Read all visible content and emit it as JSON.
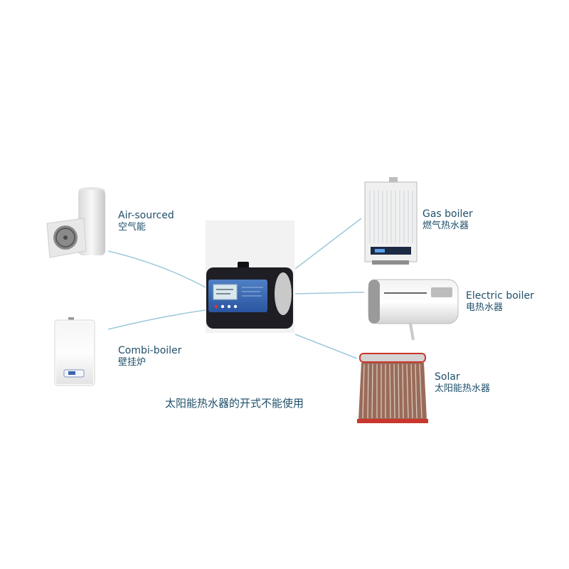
{
  "labels": {
    "air_source": {
      "en": "Air-sourced",
      "zh": "空气能"
    },
    "combi": {
      "en": "Combi-boiler",
      "zh": "壁挂炉"
    },
    "gas": {
      "en": "Gas boiler",
      "zh": "燃气热水器"
    },
    "electric": {
      "en": "Electric boiler",
      "zh": "电热水器"
    },
    "solar": {
      "en": "Solar",
      "zh": "太阳能热水器"
    }
  },
  "note": "太阳能热水器的开式不能使用",
  "colors": {
    "connector": "#9ec9dc",
    "label_text": "#1f4f6a",
    "controller_body": "#1e1e24",
    "controller_panel": "#2f5fa8",
    "tank_red": "#c9362c"
  },
  "icons": {
    "center": "controller-device-icon",
    "air_source": "heat-pump-icon",
    "combi": "wall-boiler-icon",
    "gas": "gas-water-heater-icon",
    "electric": "electric-water-heater-icon",
    "solar": "solar-water-heater-icon"
  }
}
